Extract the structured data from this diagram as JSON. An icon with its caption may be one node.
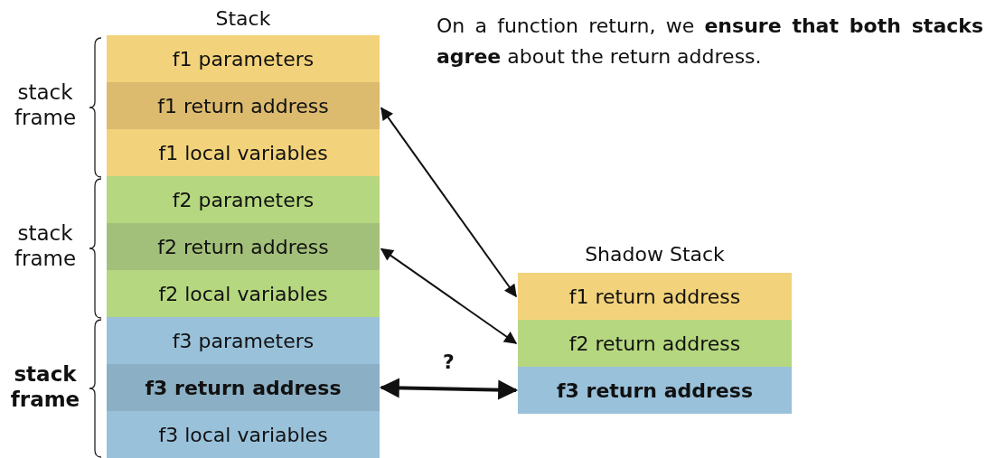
{
  "diagram": {
    "nodes": [
      {
        "text": [
          "Stack"
        ]
      },
      {
        "text": [
          "f1 parameters"
        ],
        "in": 0
      },
      {
        "text": [
          "f1 return address"
        ],
        "in": 0
      },
      {
        "text": [
          "f1 local variables"
        ],
        "in": 0
      },
      {
        "text": [
          "f2 parameters"
        ],
        "in": 0
      },
      {
        "text": [
          "f2 return address"
        ],
        "in": 0
      },
      {
        "text": [
          "f2 local variables"
        ],
        "in": 0
      },
      {
        "text": [
          "f3 parameters"
        ],
        "in": 0
      },
      {
        "text": [
          "f3 return address"
        ],
        "in": 0
      },
      {
        "text": [
          "f3 local variables"
        ],
        "in": 0
      },
      {
        "text": [
          "Shadow Stack"
        ]
      },
      {
        "text": [
          "f1 return address"
        ],
        "in": 10
      },
      {
        "text": [
          "f2 return address"
        ],
        "in": 10
      },
      {
        "text": [
          "f3 return address"
        ],
        "in": 10
      }
    ],
    "edges": [
      {
        "from": 2,
        "to": 11,
        "arrow": "both"
      },
      {
        "from": 5,
        "to": 12,
        "arrow": "both"
      },
      {
        "from": 8,
        "to": 13,
        "arrow": "both",
        "label": "?",
        "style": "thick"
      }
    ],
    "labels": [
      "On a function return, we **ensure that both stacks agree** about the return address.",
      "stack frame",
      "stack frame",
      "stack frame"
    ]
  }
}
